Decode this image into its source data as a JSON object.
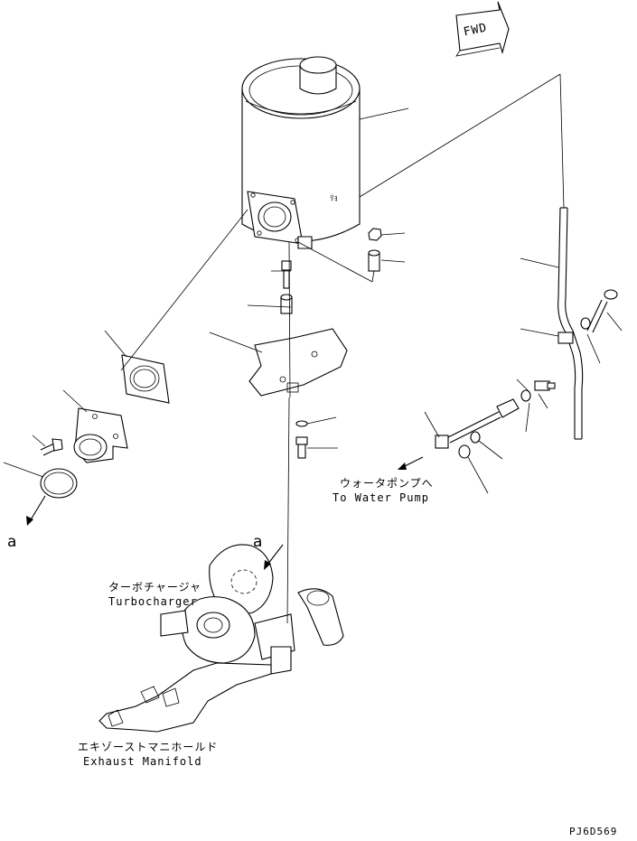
{
  "direction_arrow": {
    "label": "FWD"
  },
  "callouts": {
    "water_pump_jp": "ウォータポンプへ",
    "water_pump_en": "To Water Pump",
    "turbocharger_jp": "ターボチャージャ",
    "turbocharger_en": "Turbocharger",
    "exhaust_manifold_jp": "エキゾーストマニホールド",
    "exhaust_manifold_en": "Exhaust Manifold"
  },
  "view_markers": {
    "left": "a",
    "top": "a"
  },
  "drawing_code": "PJ6D569"
}
